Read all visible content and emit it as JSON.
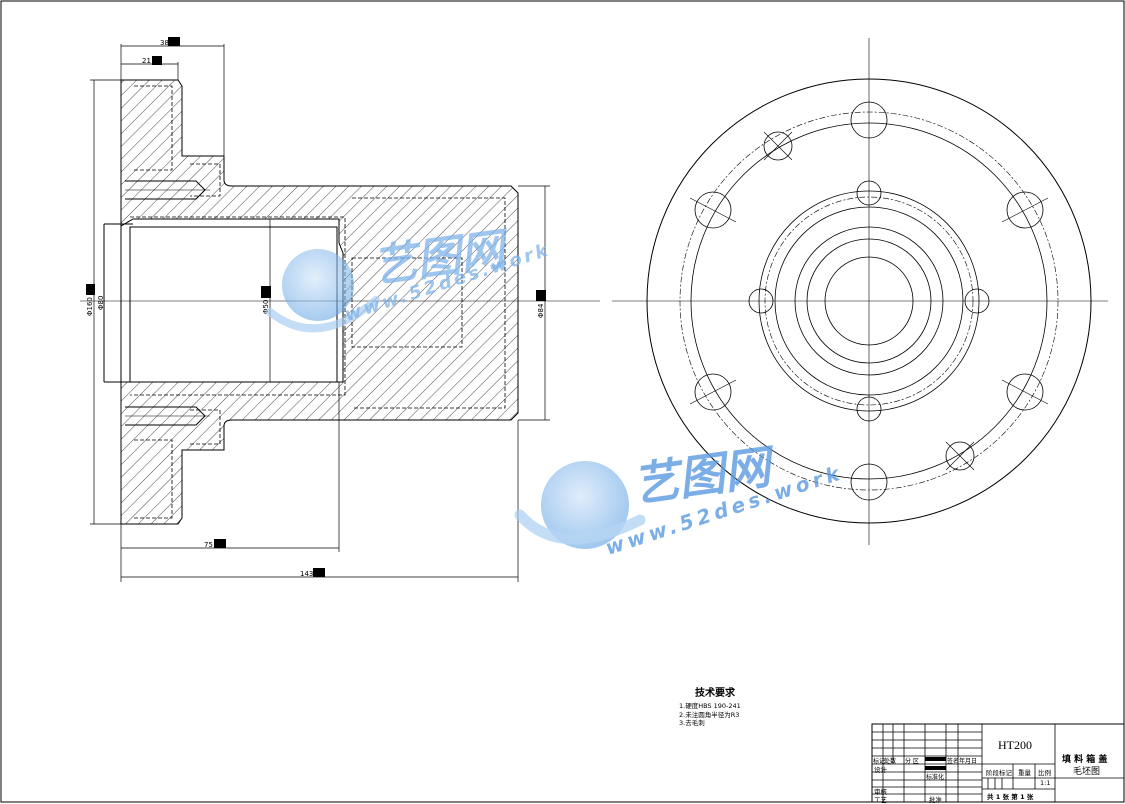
{
  "dimensions": {
    "top_38": "38",
    "top_21": "21",
    "left_phi160": "Φ160",
    "mid_phi80": "Φ80",
    "mid_phi50": "Φ50",
    "right_phi84": "Φ84",
    "bottom_75": "75",
    "bottom_143": "143"
  },
  "watermark": {
    "brand": "艺图网",
    "url": "www.52des.work"
  },
  "tech_requirements": {
    "heading": "技术要求",
    "items": [
      "1.硬度HBS 190-241",
      "2.未注圆角半径为R3",
      "3.去毛刺"
    ]
  },
  "title_block": {
    "material": "HT200",
    "part_name_line1": "填 料 箱 盖",
    "part_name_line2": "毛坯图",
    "row_labels": [
      "标记",
      "处数",
      "分 区",
      "签名",
      "年月日"
    ],
    "designer": "设计",
    "standard": "标准化",
    "stage_mark": "阶段标记",
    "weight": "重量",
    "scale": "比例",
    "scale_value": "1:1",
    "reviewer": "审核",
    "process": "工艺",
    "approve": "批准",
    "sheets": "共 1 张  第 1 张"
  },
  "colors": {
    "line": "#000000",
    "watermark_blue": "#5b9be0",
    "watermark_light": "#a9cdf2"
  }
}
